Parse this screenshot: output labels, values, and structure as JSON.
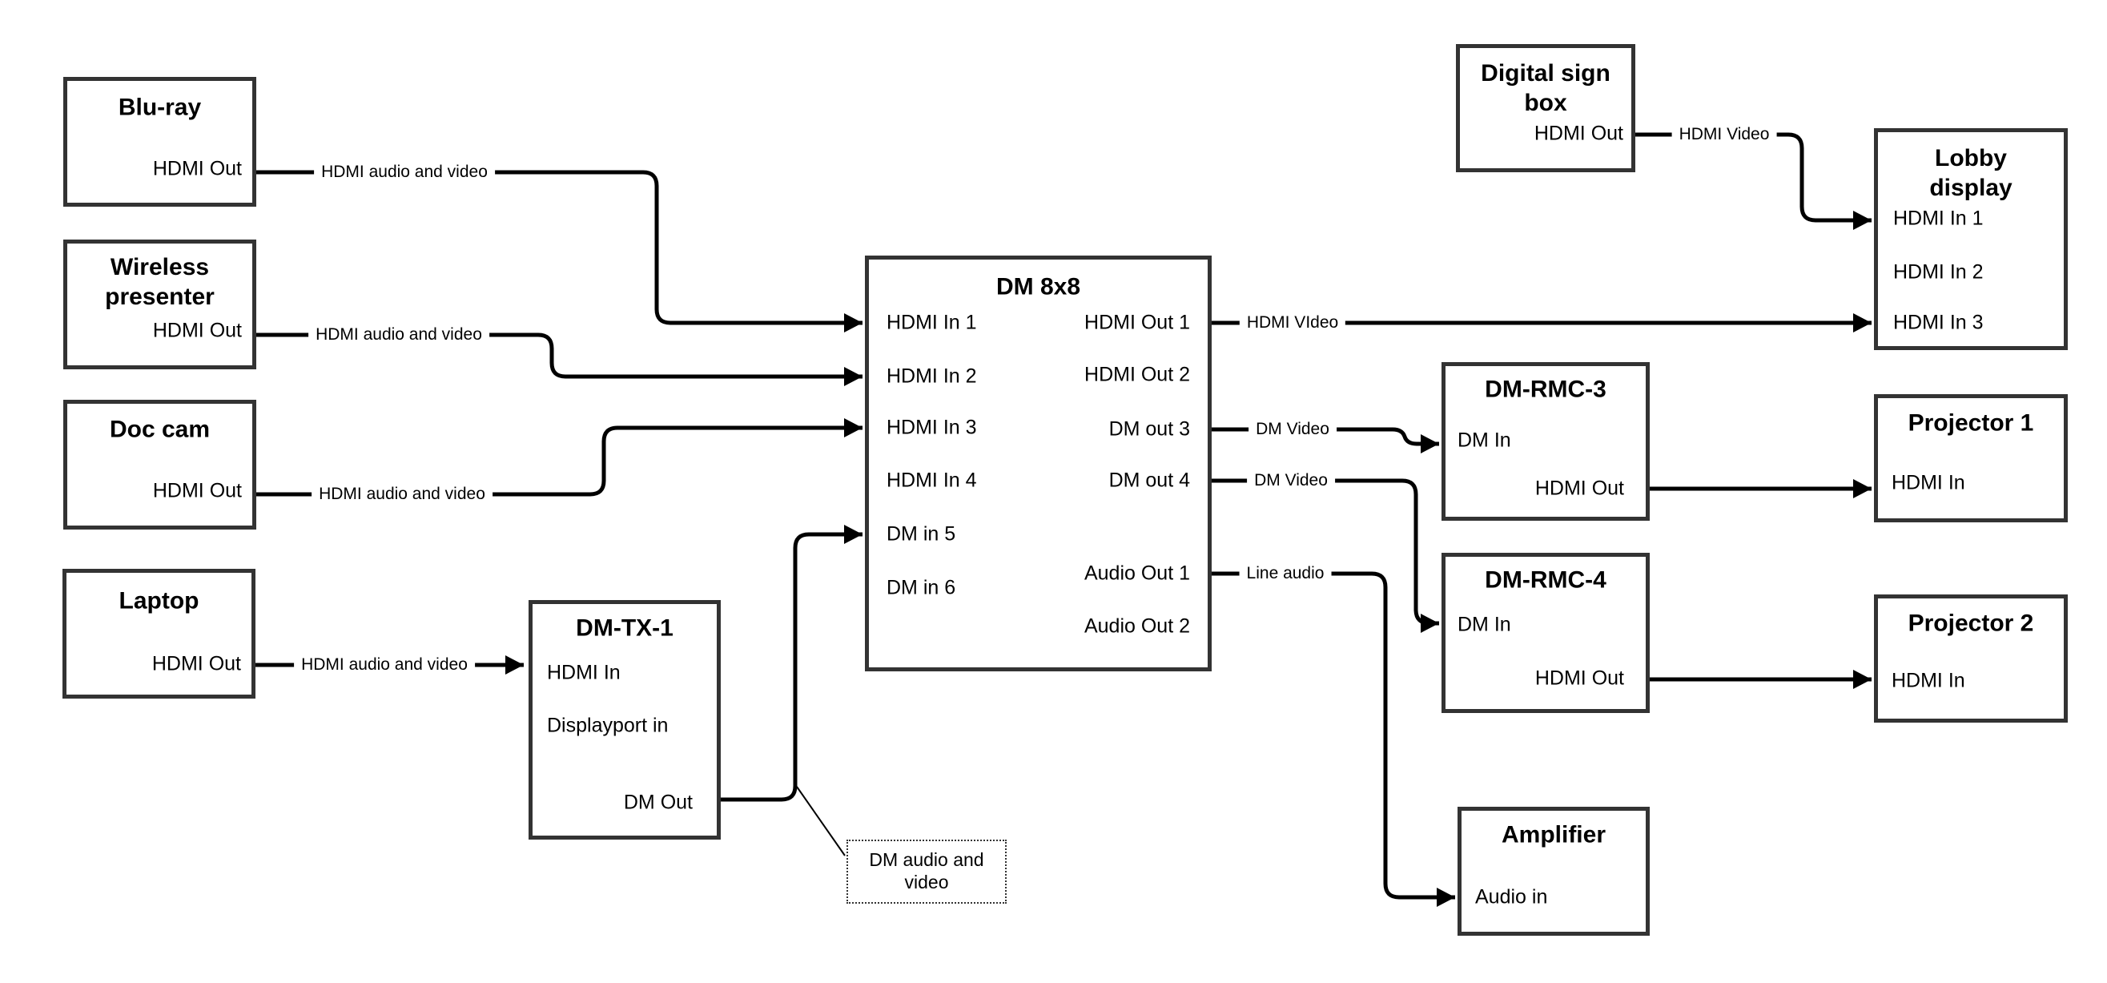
{
  "diagram": {
    "colors": {
      "box_border": "#333333",
      "wire": "#000000",
      "text": "#000000",
      "background": "#ffffff",
      "annotation_border": "#333333"
    },
    "nodes": [
      {
        "id": "bluray",
        "title": "Blu-ray",
        "ports": [
          {
            "label": "HDMI Out"
          }
        ]
      },
      {
        "id": "wireless",
        "title": "Wireless presenter",
        "ports": [
          {
            "label": "HDMI Out"
          }
        ]
      },
      {
        "id": "doccam",
        "title": "Doc cam",
        "ports": [
          {
            "label": "HDMI Out"
          }
        ]
      },
      {
        "id": "laptop",
        "title": "Laptop",
        "ports": [
          {
            "label": "HDMI Out"
          }
        ]
      },
      {
        "id": "dmtx1",
        "title": "DM-TX-1",
        "ports": [
          {
            "label": "HDMI In"
          },
          {
            "label": "Displayport in"
          },
          {
            "label": "DM Out"
          }
        ]
      },
      {
        "id": "dm8x8",
        "title": "DM 8x8",
        "ports": [
          {
            "label": "HDMI In 1"
          },
          {
            "label": "HDMI In 2"
          },
          {
            "label": "HDMI In 3"
          },
          {
            "label": "HDMI In 4"
          },
          {
            "label": "DM in 5"
          },
          {
            "label": "DM in 6"
          },
          {
            "label": "HDMI Out 1"
          },
          {
            "label": "HDMI Out 2"
          },
          {
            "label": "DM out 3"
          },
          {
            "label": "DM out 4"
          },
          {
            "label": "Audio Out 1"
          },
          {
            "label": "Audio Out 2"
          }
        ]
      },
      {
        "id": "digitalsign",
        "title": "Digital sign box",
        "ports": [
          {
            "label": "HDMI Out"
          }
        ]
      },
      {
        "id": "lobby",
        "title": "Lobby display",
        "ports": [
          {
            "label": "HDMI In 1"
          },
          {
            "label": "HDMI In 2"
          },
          {
            "label": "HDMI In 3"
          }
        ]
      },
      {
        "id": "dmrmc3",
        "title": "DM-RMC-3",
        "ports": [
          {
            "label": "DM In"
          },
          {
            "label": "HDMI Out"
          }
        ]
      },
      {
        "id": "proj1",
        "title": "Projector 1",
        "ports": [
          {
            "label": "HDMI In"
          }
        ]
      },
      {
        "id": "dmrmc4",
        "title": "DM-RMC-4",
        "ports": [
          {
            "label": "DM In"
          },
          {
            "label": "HDMI Out"
          }
        ]
      },
      {
        "id": "proj2",
        "title": "Projector 2",
        "ports": [
          {
            "label": "HDMI In"
          }
        ]
      },
      {
        "id": "amplifier",
        "title": "Amplifier",
        "ports": [
          {
            "label": "Audio in"
          }
        ]
      }
    ],
    "edges": [
      {
        "id": "bluray-dm8x8",
        "label": "HDMI audio and video"
      },
      {
        "id": "wireless-dm8x8",
        "label": "HDMI audio and video"
      },
      {
        "id": "doccam-dm8x8",
        "label": "HDMI audio and video"
      },
      {
        "id": "laptop-dmtx1",
        "label": "HDMI audio and video"
      },
      {
        "id": "dmtx1-dm8x8",
        "label": ""
      },
      {
        "id": "dm8x8-lobby",
        "label": "HDMI VIdeo"
      },
      {
        "id": "dm8x8-dmrmc3",
        "label": "DM Video"
      },
      {
        "id": "dm8x8-dmrmc4",
        "label": "DM Video"
      },
      {
        "id": "dm8x8-amplifier",
        "label": "Line audio"
      },
      {
        "id": "digitalsign-lobby",
        "label": "HDMI Video"
      },
      {
        "id": "dmrmc3-proj1",
        "label": ""
      },
      {
        "id": "dmrmc4-proj2",
        "label": ""
      }
    ],
    "annotation": {
      "text": "DM audio and video"
    }
  }
}
